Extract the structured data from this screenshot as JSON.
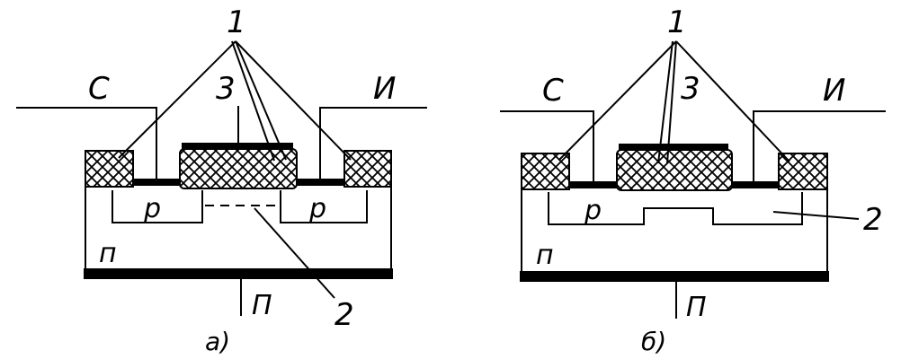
{
  "diagram_a": {
    "callout_oxide": "1",
    "gate_label": "3",
    "drain_label": "С",
    "source_label": "И",
    "channel_label": "2",
    "region_p_left": "р",
    "region_p_right": "р",
    "substrate_label": "п",
    "substrate_terminal": "П",
    "caption": "а)"
  },
  "diagram_b": {
    "callout_oxide": "1",
    "gate_label": "3",
    "drain_label": "С",
    "source_label": "И",
    "channel_label": "2",
    "region_p": "р",
    "substrate_label": "п",
    "substrate_terminal": "П",
    "caption": "б)"
  },
  "colors": {
    "ink": "#000000",
    "paper": "#ffffff"
  }
}
